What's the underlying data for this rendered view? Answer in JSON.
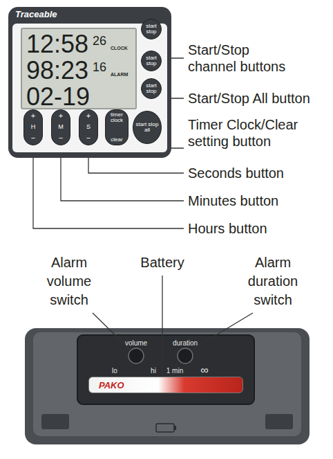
{
  "diagram": {
    "nodes": [
      {
        "text": [
          "Traceable"
        ]
      },
      {
        "text": [
          "12:58",
          "26",
          "CLOCK",
          "98:23",
          "16",
          "ALARM",
          "02-19"
        ],
        "in": 0
      },
      {
        "text": [
          "start stop"
        ],
        "in": 0
      },
      {
        "text": [
          "start stop"
        ],
        "in": 0
      },
      {
        "text": [
          "start stop"
        ],
        "in": 0
      },
      {
        "text": [
          "+",
          "H",
          "−"
        ],
        "in": 0
      },
      {
        "text": [
          "+",
          "M",
          "−"
        ],
        "in": 0
      },
      {
        "text": [
          "+",
          "S",
          "−"
        ],
        "in": 0
      },
      {
        "text": [
          "timer clock",
          "clear"
        ],
        "in": 0
      },
      {
        "text": [
          "start stop all"
        ],
        "in": 0
      },
      {
        "text": [
          "PAKO"
        ]
      }
    ],
    "labels": [
      "Start/Stop channel buttons",
      "Start/Stop All button",
      "Timer Clock/Clear setting button",
      "Seconds button",
      "Minutes button",
      "Hours button",
      "Alarm volume switch",
      "Battery",
      "Alarm duration switch",
      "volume",
      "duration",
      "lo",
      "hi",
      "1 min",
      "∞"
    ]
  }
}
